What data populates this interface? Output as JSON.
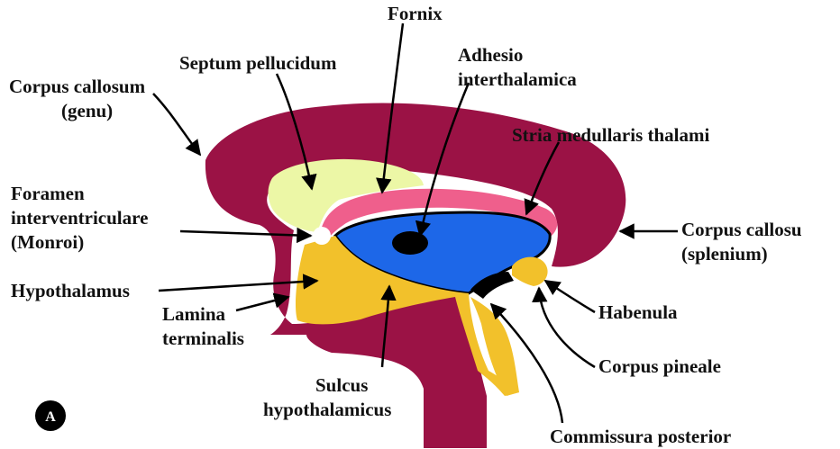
{
  "colors": {
    "corpus_callosum": "#9b1245",
    "septum_pellucidum": "#ecf7a6",
    "fornix": "#ef5f8c",
    "thalamus": "#1d67e8",
    "hypothalamus": "#f2c12b",
    "foramen": "#ffffff",
    "outline": "#000000"
  },
  "labels": {
    "fornix": "Fornix",
    "septum": "Septum pellucidum",
    "adhesio_1": "Adhesio",
    "adhesio_2": "interthalamica",
    "cc_genu_1": "Corpus callosum",
    "cc_genu_2": "(genu)",
    "stria": "Stria medullaris thalami",
    "foramen_1": "Foramen",
    "foramen_2": "interventriculare",
    "foramen_3": "(Monroi)",
    "cc_splenium_1": "Corpus callosu",
    "cc_splenium_2": "(splenium)",
    "hypothalamus": "Hypothalamus",
    "habenula": "Habenula",
    "lamina_1": "Lamina",
    "lamina_2": "terminalis",
    "pineale": "Corpus pineale",
    "sulcus_1": "Sulcus",
    "sulcus_2": "hypothalamicus",
    "commissura": "Commissura posterior"
  },
  "panel_badge": "A"
}
